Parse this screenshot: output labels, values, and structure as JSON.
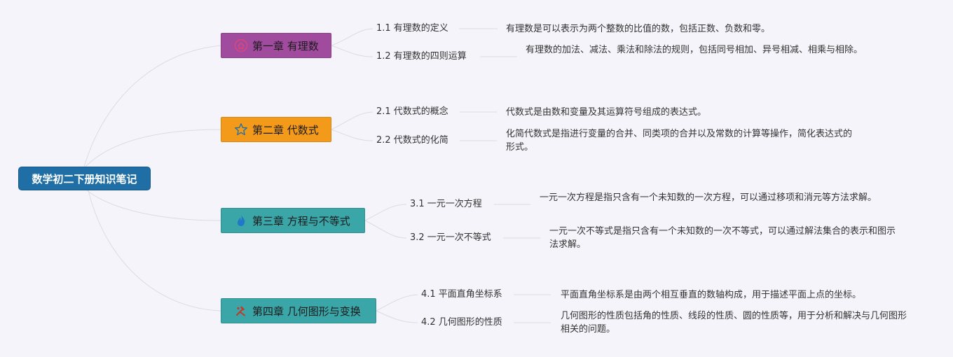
{
  "root": {
    "label": "数学初二下册知识笔记"
  },
  "chapters": [
    {
      "label": "第一章 有理数",
      "color": "#a04b9e",
      "icon": "house-icon",
      "subs": [
        {
          "label": "1.1 有理数的定义",
          "desc": "有理数是可以表示为两个整数的比值的数，包括正数、负数和零。"
        },
        {
          "label": "1.2 有理数的四则运算",
          "desc": "有理数的加法、减法、乘法和除法的规则，包括同号相加、异号相减、相乘与相除。"
        }
      ]
    },
    {
      "label": "第二章 代数式",
      "color": "#f49a1a",
      "icon": "star-icon",
      "subs": [
        {
          "label": "2.1 代数式的概念",
          "desc": "代数式是由数和变量及其运算符号组成的表达式。"
        },
        {
          "label": "2.2 代数式的化简",
          "desc": "化简代数式是指进行变量的合并、同类项的合并以及常数的计算等操作，简化表达式的形式。"
        }
      ]
    },
    {
      "label": "第三章 方程与不等式",
      "color": "#3aa6a8",
      "icon": "flame-icon",
      "subs": [
        {
          "label": "3.1 一元一次方程",
          "desc": "一元一次方程是指只含有一个未知数的一次方程，可以通过移项和消元等方法求解。"
        },
        {
          "label": "3.2 一元一次不等式",
          "desc": "一元一次不等式是指只含有一个未知数的一次不等式，可以通过解法集合的表示和图示法求解。"
        }
      ]
    },
    {
      "label": "第四章 几何图形与变换",
      "color": "#3aa6a8",
      "icon": "tools-icon",
      "subs": [
        {
          "label": "4.1 平面直角坐标系",
          "desc": "平面直角坐标系是由两个相互垂直的数轴构成，用于描述平面上点的坐标。"
        },
        {
          "label": "4.2 几何图形的性质",
          "desc": "几何图形的性质包括角的性质、线段的性质、圆的性质等，用于分析和解决与几何图形相关的问题。"
        }
      ]
    }
  ]
}
